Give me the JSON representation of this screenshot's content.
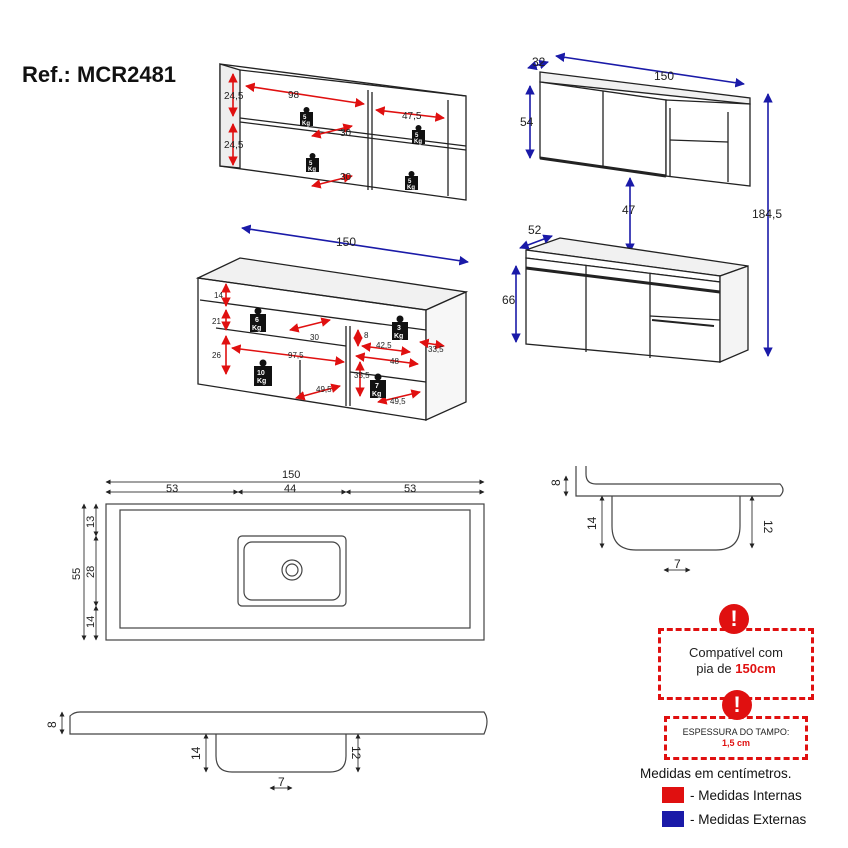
{
  "title": "Ref.: MCR2481",
  "colors": {
    "internal": "#e01010",
    "external": "#1a1aa8",
    "line": "#222222",
    "weight": "#111111"
  },
  "upper_cabinet_internal": [
    "24,5",
    "24,5",
    "98",
    "47,5",
    "30",
    "30"
  ],
  "upper_cabinet_weights": [
    [
      "5",
      "Kg"
    ],
    [
      "5",
      "Kg"
    ],
    [
      "5",
      "Kg"
    ],
    [
      "5",
      "Kg"
    ]
  ],
  "upper_external": {
    "depth": "32",
    "width": "150",
    "height": "54"
  },
  "gap": "47",
  "total_height": "184,5",
  "lower_external": {
    "depth": "52",
    "height": "66"
  },
  "lower_internal_width": "150",
  "lower_internal": [
    "14",
    "21",
    "26",
    "30",
    "97,5",
    "49,5",
    "8",
    "42,5",
    "33,5",
    "48",
    "35,5",
    "49,5"
  ],
  "lower_weights": [
    [
      "6",
      "Kg"
    ],
    [
      "10",
      "Kg"
    ],
    [
      "3",
      "Kg"
    ],
    [
      "7",
      "Kg"
    ]
  ],
  "top_plan": {
    "total": "150",
    "left": "53",
    "center": "44",
    "right": "53",
    "depth": "55",
    "top": "13",
    "sink": "28",
    "bottom": "14"
  },
  "side_section": {
    "thickness": "8",
    "depth": "14",
    "inner": "12",
    "radius": "7"
  },
  "front_section": {
    "thickness": "8",
    "depth": "14",
    "inner": "12",
    "radius": "7"
  },
  "compat_box": {
    "line1": "Compatível com",
    "line2_prefix": "pia de ",
    "line2_highlight": "150cm"
  },
  "thickness_box": {
    "line1": "ESPESSURA DO TAMPO:",
    "line2": "1,5 cm"
  },
  "legend": {
    "title": "Medidas em centímetros.",
    "internal": "- Medidas Internas",
    "external": "- Medidas Externas"
  },
  "warning_glyph": "!"
}
